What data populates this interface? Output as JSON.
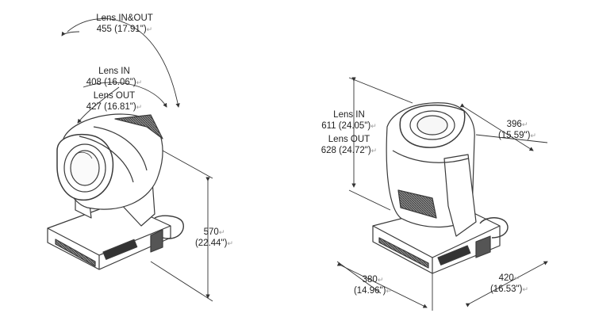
{
  "left_view": {
    "tilt_in_out": {
      "title": "Lens IN&OUT",
      "value": "455 (17.91\")"
    },
    "tilt_in": {
      "title": "Lens IN",
      "value": "408 (16.06\")"
    },
    "tilt_out": {
      "title": "Lens OUT",
      "value": "427 (16.81\")"
    },
    "height": {
      "value": "570",
      "inch": "(22.44\")"
    }
  },
  "right_view": {
    "height_in": {
      "title": "Lens IN",
      "value": "611 (24.05\")"
    },
    "height_out": {
      "title": "Lens OUT",
      "value": "628 (24.72\")"
    },
    "depth": {
      "value": "396",
      "inch": "(15.59\")"
    },
    "width": {
      "value": "380",
      "inch": "(14.96\")"
    },
    "length": {
      "value": "420",
      "inch": "(16.53\")"
    }
  },
  "return_mark": "↵",
  "colors": {
    "line": "#3a3a3a",
    "shade": "#6a6a6a",
    "dark": "#2a2a2a"
  }
}
